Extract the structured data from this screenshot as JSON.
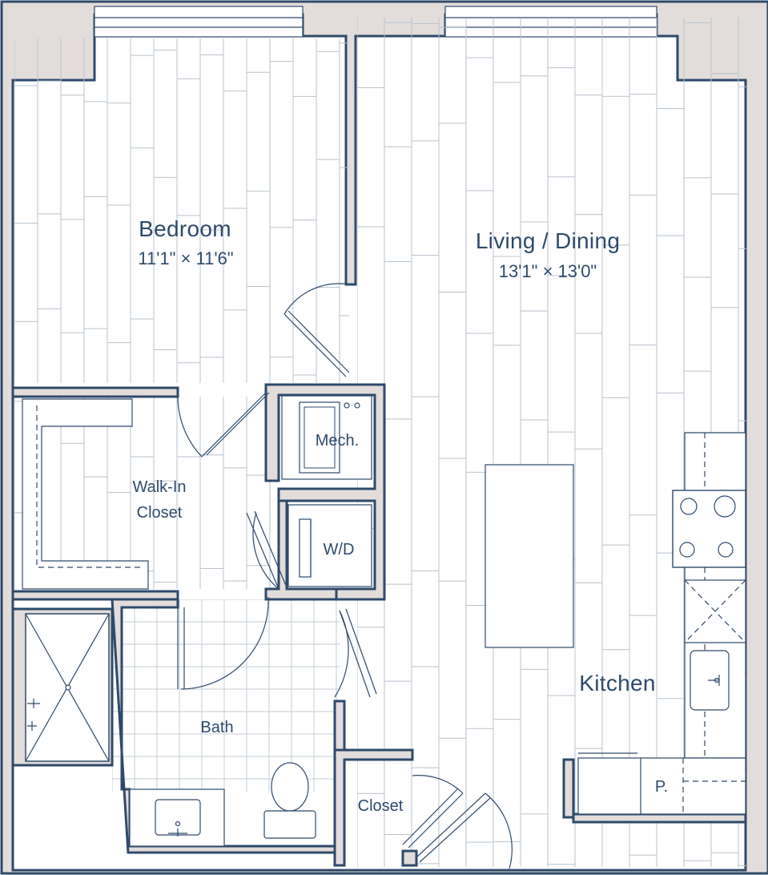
{
  "rooms": {
    "bedroom": {
      "name": "Bedroom",
      "dims": "11'1\" × 11'6\""
    },
    "living": {
      "name": "Living / Dining",
      "dims": "13'1\" × 13'0\""
    },
    "walkin": {
      "line1": "Walk-In",
      "line2": "Closet"
    },
    "mech": {
      "name": "Mech."
    },
    "wd": {
      "name": "W/D"
    },
    "kitchen": {
      "name": "Kitchen"
    },
    "bath": {
      "name": "Bath"
    },
    "closet": {
      "name": "Closet"
    },
    "pantry": {
      "name": "P."
    }
  },
  "colors": {
    "wall_fill": "#e2dcdb",
    "line": "#2d4a6b",
    "plank": "#b9c3cc"
  }
}
